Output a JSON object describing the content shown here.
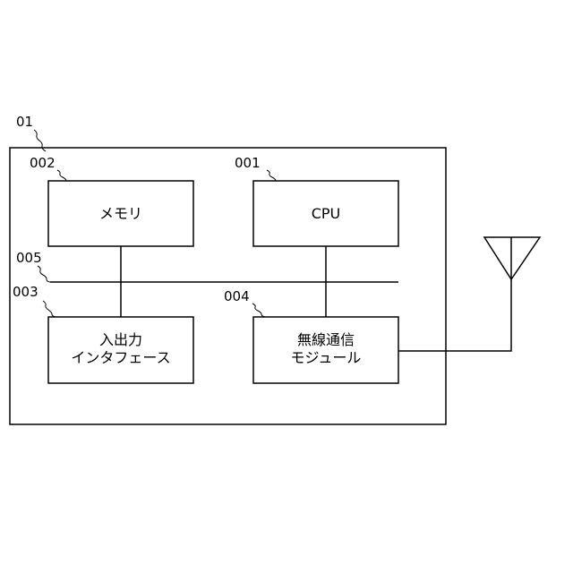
{
  "refs": {
    "device": "01",
    "cpu": "001",
    "memory": "002",
    "io": "003",
    "wireless": "004",
    "bus": "005"
  },
  "blocks": {
    "memory": "メモリ",
    "cpu": "CPU",
    "io_line1": "入出力",
    "io_line2": "インタフェース",
    "wireless_line1": "無線通信",
    "wireless_line2": "モジュール"
  }
}
